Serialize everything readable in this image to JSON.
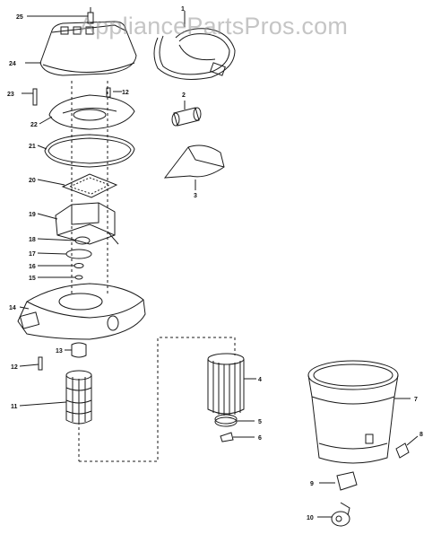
{
  "watermark": "AppliancePartsPros.com",
  "callouts": {
    "c1": "1",
    "c2": "2",
    "c3": "3",
    "c4": "4",
    "c5": "5",
    "c6": "6",
    "c7": "7",
    "c8": "8",
    "c9": "9",
    "c10": "10",
    "c11": "11",
    "c12a": "12",
    "c12b": "12",
    "c13": "13",
    "c14": "14",
    "c15": "15",
    "c16": "16",
    "c17": "17",
    "c18": "18",
    "c19": "19",
    "c20": "20",
    "c21": "21",
    "c22": "22",
    "c23": "23",
    "c24": "24",
    "c25": "25"
  },
  "colors": {
    "ink": "#1a1a1a",
    "paper": "#ffffff"
  }
}
